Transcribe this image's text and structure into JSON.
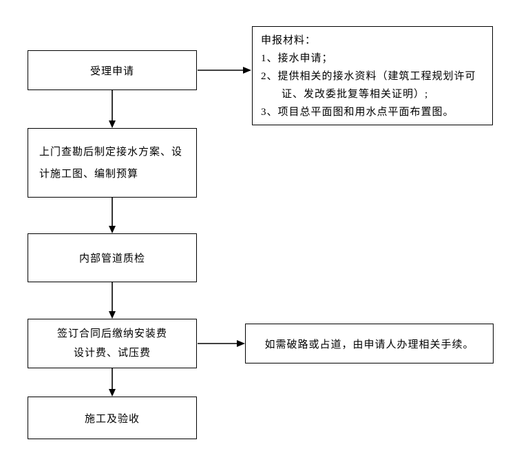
{
  "flowchart": {
    "steps": [
      {
        "label": "受理申请"
      },
      {
        "label": "上门查勘后制定接水方案、设计施工图、编制预算"
      },
      {
        "label": "内部管道质检"
      },
      {
        "line1": "签订合同后缴纳安装费",
        "line2": "设计费、试压费"
      },
      {
        "label": "施工及验收"
      }
    ],
    "materials": {
      "title": "申报材料：",
      "items": [
        "1、接水申请；",
        "2、提供相关的接水资料（建筑工程规划许可证、发改委批复等相关证明）;",
        "3、项目总平面图和用水点平面布置图。"
      ]
    },
    "road_note": "如需破路或占道，由申请人办理相关手续。"
  }
}
